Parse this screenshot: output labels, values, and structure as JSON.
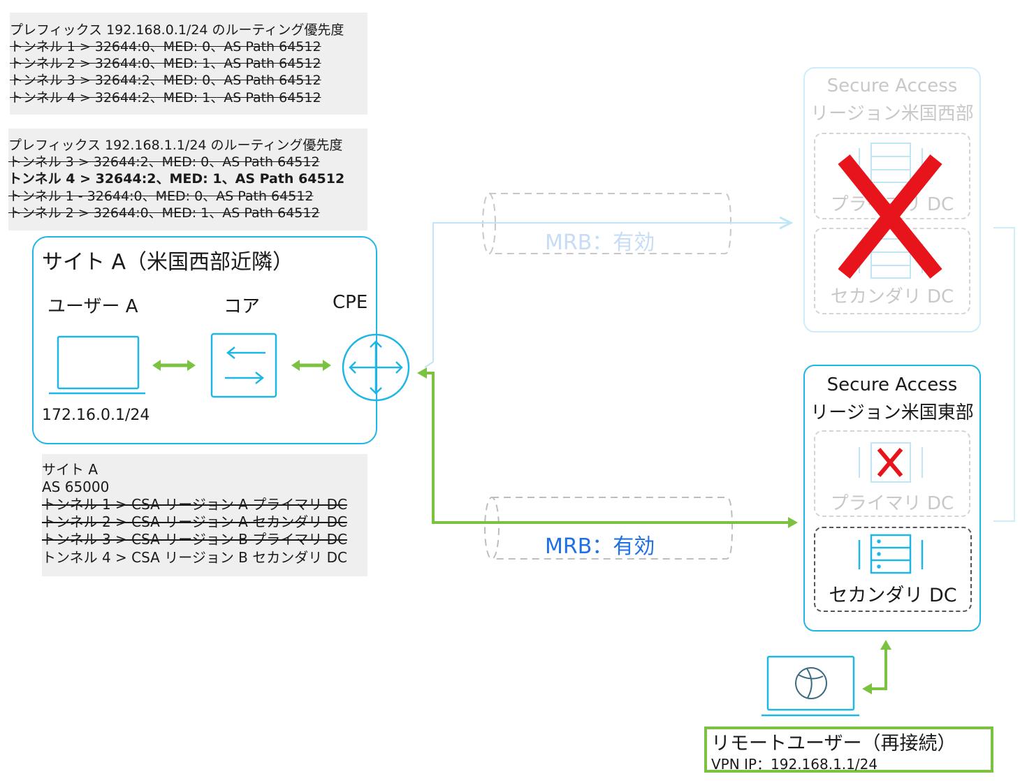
{
  "prefix_a": {
    "title": "プレフィックス 192.168.0.1/24 のルーティング優先度",
    "lines": [
      "トンネル 1 > 32644:0、MED: 0、AS Path 64512",
      "トンネル 2 > 32644:0、MED: 1、AS Path 64512",
      "トンネル 3 > 32644:2、MED: 0、AS Path 64512",
      "トンネル 4 > 32644:2、MED: 1、AS Path 64512"
    ]
  },
  "prefix_b": {
    "title": "プレフィックス 192.168.1.1/24 のルーティング優先度",
    "lines": [
      "トンネル 3 > 32644:2、MED: 0、AS Path 64512",
      "トンネル 4 > 32644:2、MED: 1、AS Path 64512",
      "トンネル 1 - 32644:0、MED: 0、AS Path 64512",
      "トンネル 2 > 32644:0、MED: 1、AS Path 64512"
    ]
  },
  "site": {
    "title": "サイト A（米国西部近隣）",
    "user_label": "ユーザー A",
    "core_label": "コア",
    "cpe_label": "CPE",
    "ip": "172.16.0.1/24"
  },
  "site_info": {
    "name": "サイト A",
    "as": "AS 65000",
    "tunnels": [
      "トンネル 1 > CSA リージョン A プライマリ DC",
      "トンネル 2 > CSA リージョン A セカンダリ DC",
      "トンネル 3 > CSA リージョン B プライマリ DC",
      "トンネル 4 > CSA リージョン B セカンダリ DC"
    ]
  },
  "tunnel_top": {
    "label": "MRB：有効"
  },
  "tunnel_bottom": {
    "label": "MRB：有効"
  },
  "region_west": {
    "title": "Secure Access",
    "subtitle": "リージョン米国西部",
    "primary": "プライマリ DC",
    "secondary": "セカンダリ DC",
    "failed_mark": "X"
  },
  "region_east": {
    "title": "Secure Access",
    "subtitle": "リージョン米国東部",
    "primary": "プライマリ DC",
    "secondary": "セカンダリ DC",
    "failed_mark": "X"
  },
  "remote_user": {
    "title": "リモートユーザー（再接続）",
    "vpn_ip": "VPN IP：192.168.1.1/24"
  },
  "colors": {
    "accent_blue": "#1fb6e5",
    "active_green": "#7cc242",
    "failed_red": "#e8141b",
    "label_blue": "#1f6fe5"
  }
}
